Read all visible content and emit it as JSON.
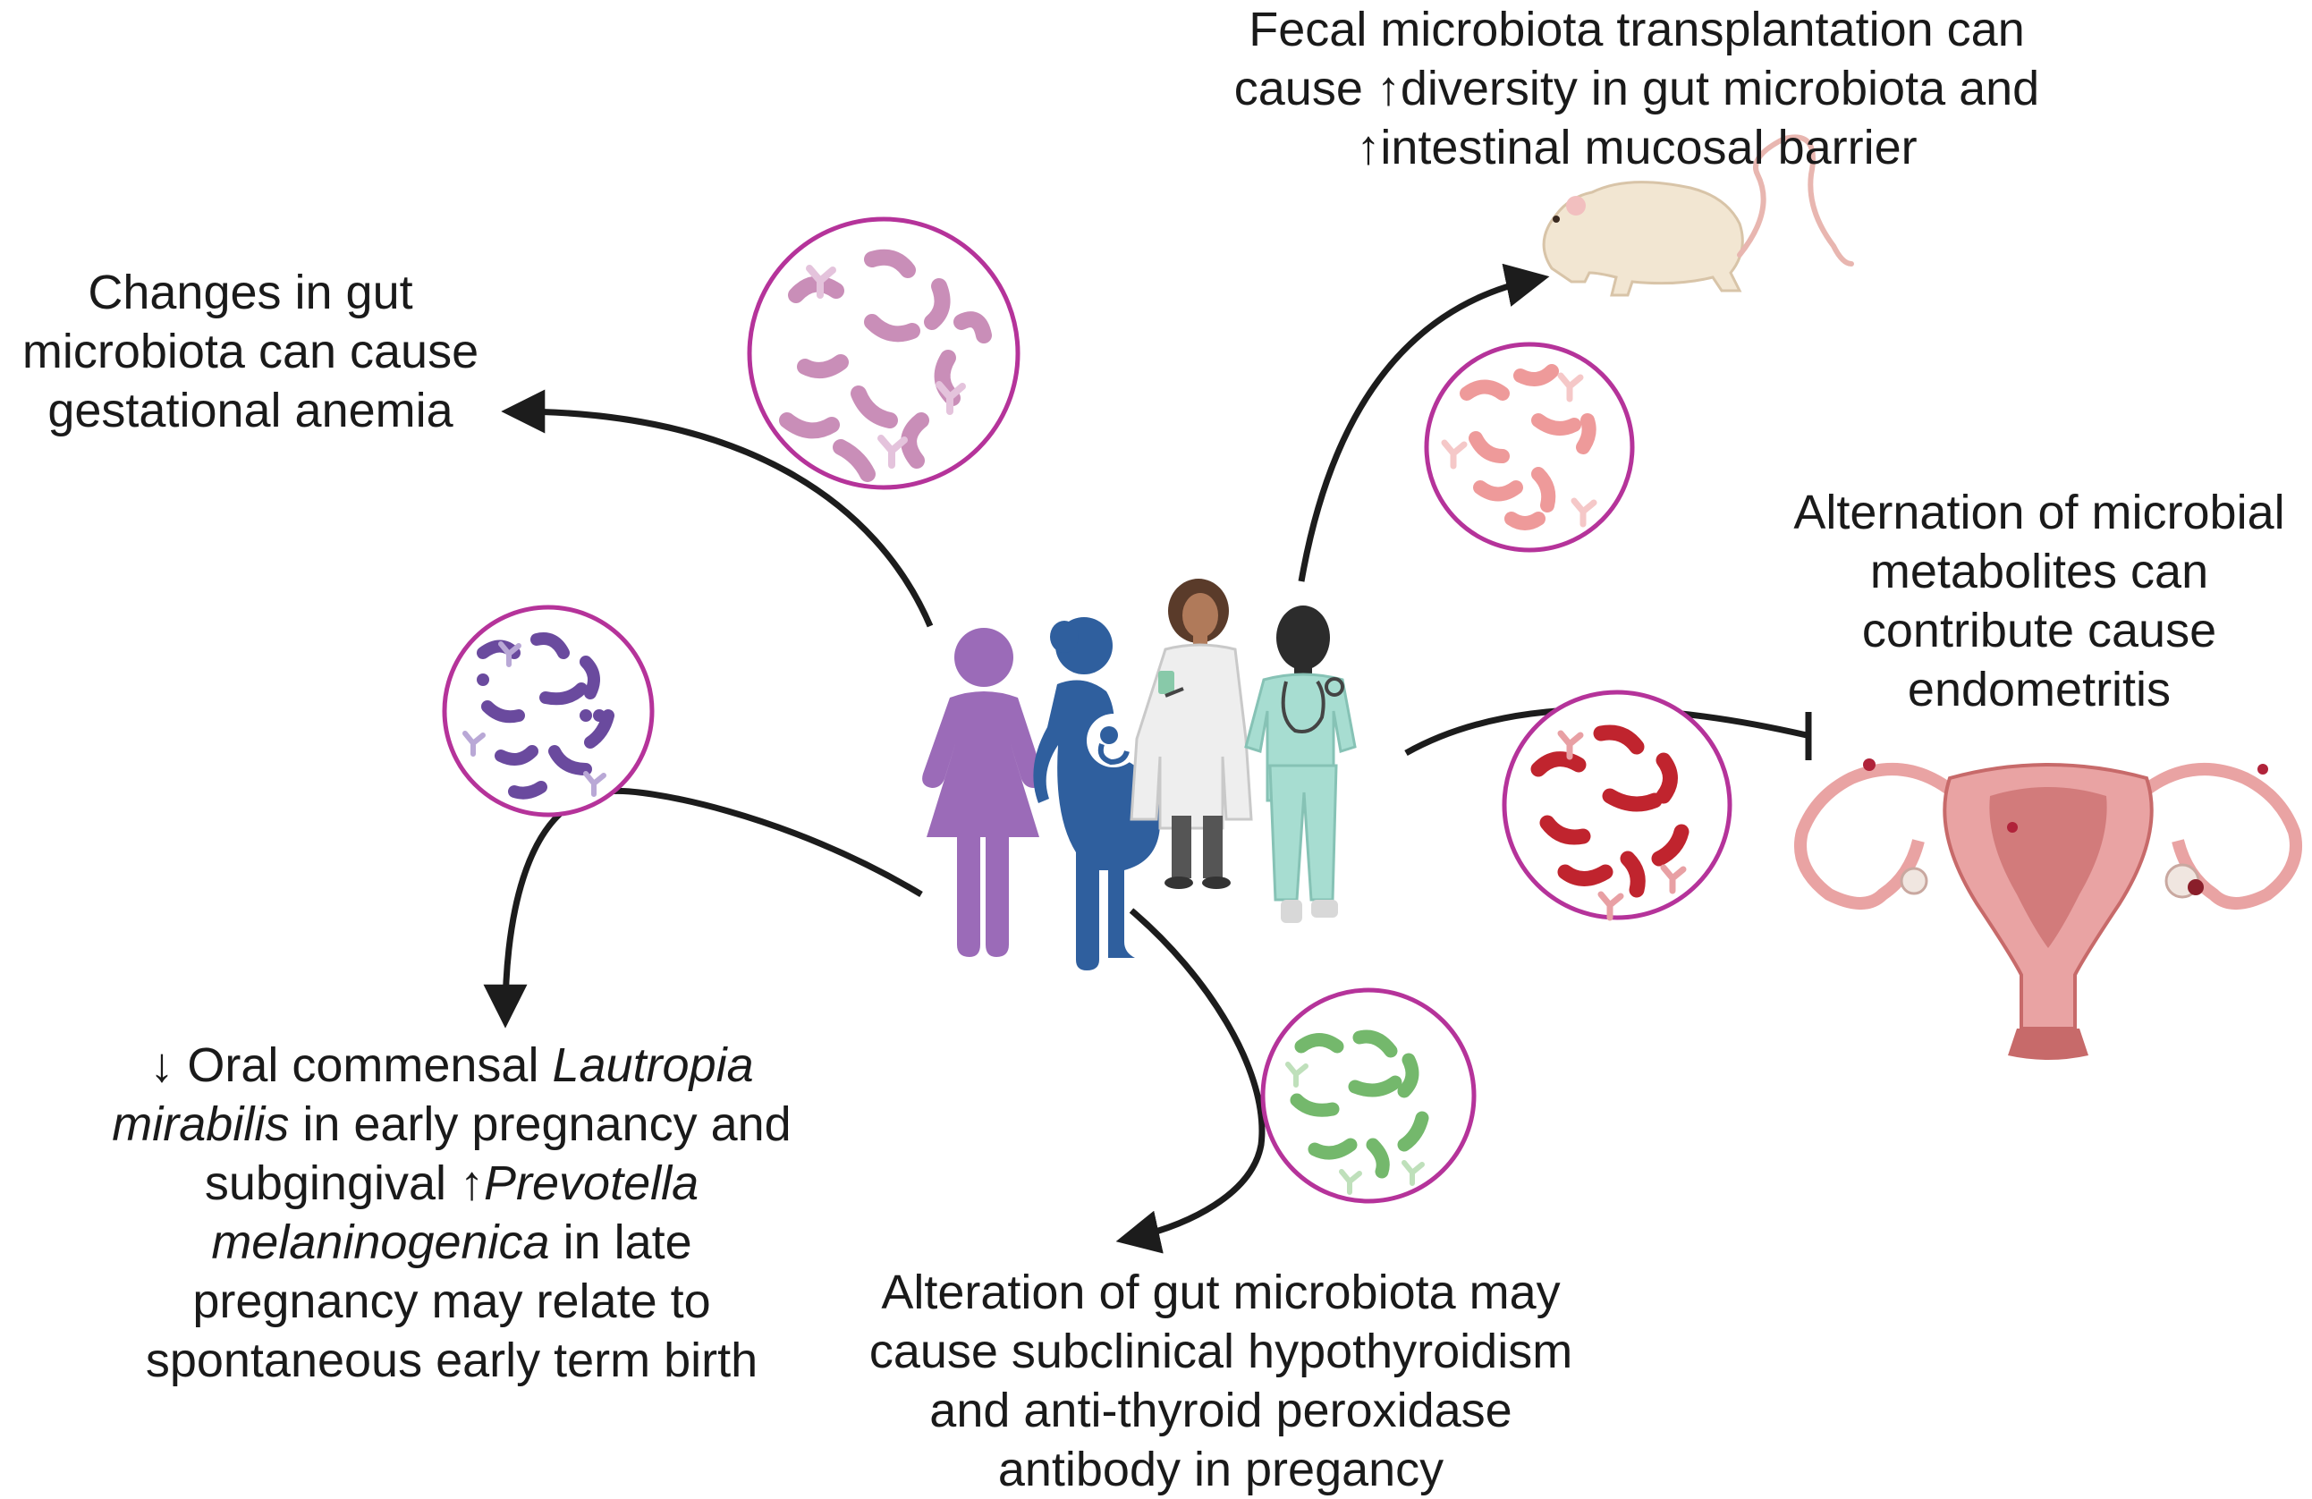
{
  "captions": {
    "fecal": {
      "line1": "Fecal microbiota transplantation can",
      "line2": "cause ↑diversity in gut microbiota and",
      "line3": "↑intestinal mucosal barrier"
    },
    "anemia": {
      "line1": "Changes in gut",
      "line2": "microbiota can cause",
      "line3": "gestational anemia"
    },
    "endometritis": {
      "line1": "Alternation of microbial",
      "line2": "metabolites can",
      "line3": "contribute cause",
      "line4": "endometritis"
    },
    "oral": {
      "l1_plain": "↓ Oral commensal ",
      "l1_italic": "Lautropia",
      "l2_italic": "mirabilis",
      "l2_plain": " in early pregnancy and",
      "l3_plain": "subgingival ↑",
      "l3_italic": "Prevotella",
      "l4_italic": "melaninogenica",
      "l4_plain": " in late",
      "line5": "pregnancy may relate to",
      "line6": "spontaneous early term birth"
    },
    "thyroid": {
      "line1": "Alteration of gut microbiota may",
      "line2": "cause subclinical hypothyroidism",
      "line3": "and anti-thyroid peroxidase",
      "line4": "antibody in pregancy"
    }
  },
  "colors": {
    "arrow": "#1c1c1c",
    "circle_border": "#b5339a",
    "woman": "#9b6bb8",
    "pregnant_woman": "#2f5f9e",
    "doctor_coat": "#eeeeee",
    "nurse_scrubs": "#a7ddd1",
    "bacteria_mauve": "#c98eb8",
    "bacteria_pink": "#ee9a9a",
    "bacteria_purple": "#6a4a9e",
    "bacteria_red": "#c0242e",
    "bacteria_green": "#74b86c",
    "uterus": "#e9a3a3",
    "mouse": "#f2e6d2"
  },
  "icons": {
    "people": "people-group-icon",
    "mouse": "mouse-icon",
    "uterus": "uterus-icon",
    "microbiota": "bacteria-culture-icon"
  }
}
